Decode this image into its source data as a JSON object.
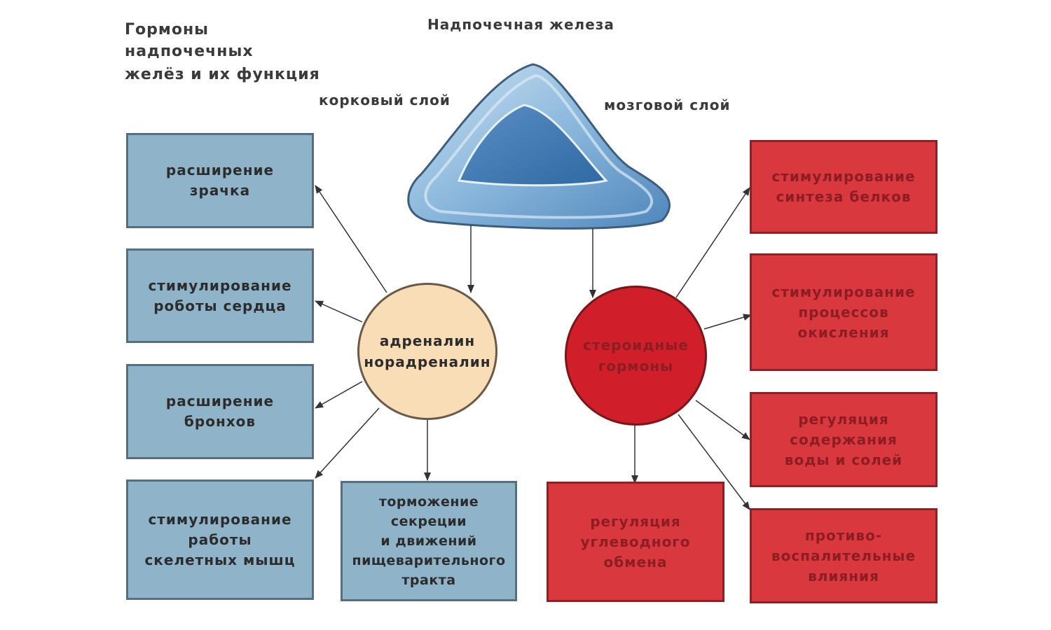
{
  "title": [
    "Гормоны",
    "надпочечных",
    "желёз и их функция"
  ],
  "gland": {
    "name": "Надпочечная железа",
    "cortex_label": "корковый слой",
    "medulla_label": "мозговой слой"
  },
  "hormones": {
    "adrenaline": [
      "адреналин",
      "норадреналин"
    ],
    "steroids": [
      "стероидные",
      "гормоны"
    ]
  },
  "adrenaline_effects": [
    [
      "расширение",
      "зрачка"
    ],
    [
      "стимулирование",
      "роботы сердца"
    ],
    [
      "расширение",
      "бронхов"
    ],
    [
      "стимулирование",
      "работы",
      "скелетных мышц"
    ],
    [
      "торможение",
      "секреции",
      "и движений",
      "пищеварительного",
      "тракта"
    ]
  ],
  "steroid_effects": [
    [
      "стимулирование",
      "синтеза белков"
    ],
    [
      "стимулирование",
      "процессов",
      "окисления"
    ],
    [
      "регуляция",
      "содержания",
      "воды и солей"
    ],
    [
      "регуляция",
      "углеводного",
      "обмена"
    ],
    [
      "противо-",
      "воспалительные",
      "влияния"
    ]
  ],
  "colors": {
    "blue_box": "#8fb4c9",
    "red_box": "#d9383f",
    "adrenaline_circle": "#f8ddb6",
    "steroid_circle": "#d01f2a",
    "gland": "#7faed6"
  }
}
